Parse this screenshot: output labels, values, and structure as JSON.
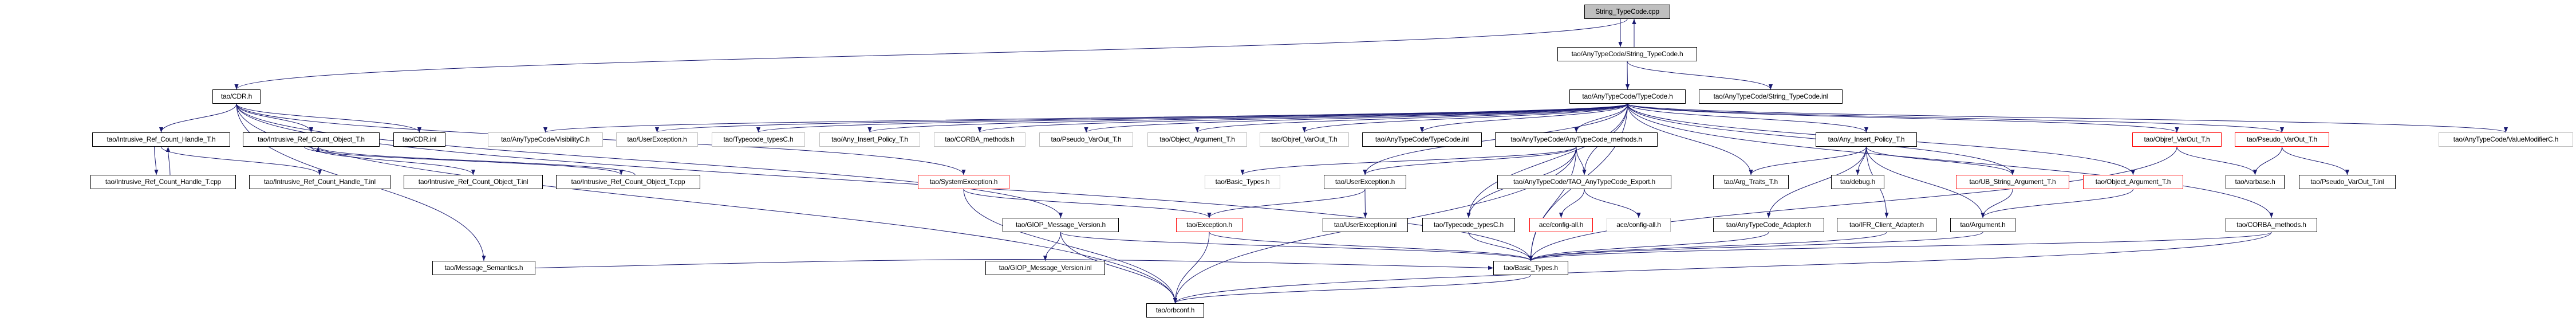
{
  "colors": {
    "edge": "#191970",
    "missing_border": "#bfbfbf",
    "truncated_border": "#ff0000",
    "root_fill": "#bfbfbf"
  },
  "nodes": {
    "root": {
      "label": "String_TypeCode.cpp",
      "style": "root"
    },
    "stc_h": {
      "label": "tao/AnyTypeCode/String_TypeCode.h",
      "style": "normal"
    },
    "tc_h": {
      "label": "tao/AnyTypeCode/TypeCode.h",
      "style": "normal"
    },
    "stc_inl": {
      "label": "tao/AnyTypeCode/String_TypeCode.inl",
      "style": "normal"
    },
    "cdr_h": {
      "label": "tao/CDR.h",
      "style": "normal"
    },
    "irch_h": {
      "label": "tao/Intrusive_Ref_Count_Handle_T.h",
      "style": "normal"
    },
    "irco_h": {
      "label": "tao/Intrusive_Ref_Count_Object_T.h",
      "style": "normal"
    },
    "cdr_inl": {
      "label": "tao/CDR.inl",
      "style": "normal"
    },
    "vis": {
      "label": "tao/AnyTypeCode/VisibilityC.h",
      "style": "gray"
    },
    "ue_g": {
      "label": "tao/UserException.h",
      "style": "gray"
    },
    "tct_g": {
      "label": "tao/Typecode_typesC.h",
      "style": "gray"
    },
    "aip_g": {
      "label": "tao/Any_Insert_Policy_T.h",
      "style": "gray"
    },
    "cm_g": {
      "label": "tao/CORBA_methods.h",
      "style": "gray"
    },
    "pvo_g": {
      "label": "tao/Pseudo_VarOut_T.h",
      "style": "gray"
    },
    "oa_g": {
      "label": "tao/Object_Argument_T.h",
      "style": "gray"
    },
    "ovo_g": {
      "label": "tao/Objref_VarOut_T.h",
      "style": "gray"
    },
    "tc_inl": {
      "label": "tao/AnyTypeCode/TypeCode.inl",
      "style": "normal"
    },
    "atm": {
      "label": "tao/AnyTypeCode/AnyTypeCode_methods.h",
      "style": "normal"
    },
    "aip": {
      "label": "tao/Any_Insert_Policy_T.h",
      "style": "normal"
    },
    "ovo_r": {
      "label": "tao/Objref_VarOut_T.h",
      "style": "red"
    },
    "pvo_r": {
      "label": "tao/Pseudo_VarOut_T.h",
      "style": "red"
    },
    "vm": {
      "label": "tao/AnyTypeCode/ValueModifierC.h",
      "style": "gray"
    },
    "irch_cpp": {
      "label": "tao/Intrusive_Ref_Count_Handle_T.cpp",
      "style": "normal"
    },
    "irch_inl": {
      "label": "tao/Intrusive_Ref_Count_Handle_T.inl",
      "style": "normal"
    },
    "irco_inl": {
      "label": "tao/Intrusive_Ref_Count_Object_T.inl",
      "style": "normal"
    },
    "irco_cpp": {
      "label": "tao/Intrusive_Ref_Count_Object_T.cpp",
      "style": "normal"
    },
    "se": {
      "label": "tao/SystemException.h",
      "style": "red"
    },
    "bt_g": {
      "label": "tao/Basic_Types.h",
      "style": "gray"
    },
    "ue": {
      "label": "tao/UserException.h",
      "style": "normal"
    },
    "exp": {
      "label": "tao/AnyTypeCode/TAO_AnyTypeCode_Export.h",
      "style": "normal"
    },
    "at": {
      "label": "tao/Arg_Traits_T.h",
      "style": "normal"
    },
    "dbg": {
      "label": "tao/debug.h",
      "style": "normal"
    },
    "ub": {
      "label": "tao/UB_String_Argument_T.h",
      "style": "red"
    },
    "oa_r": {
      "label": "tao/Object_Argument_T.h",
      "style": "red"
    },
    "vb": {
      "label": "tao/varbase.h",
      "style": "normal"
    },
    "pvo_inl": {
      "label": "tao/Pseudo_VarOut_T.inl",
      "style": "normal"
    },
    "giop": {
      "label": "tao/GIOP_Message_Version.h",
      "style": "normal"
    },
    "exc": {
      "label": "tao/Exception.h",
      "style": "red"
    },
    "ue_inl": {
      "label": "tao/UserException.inl",
      "style": "normal"
    },
    "tct": {
      "label": "tao/Typecode_typesC.h",
      "style": "normal"
    },
    "cfg_r": {
      "label": "ace/config-all.h",
      "style": "red"
    },
    "cfg_g": {
      "label": "ace/config-all.h",
      "style": "gray"
    },
    "ata": {
      "label": "tao/AnyTypeCode_Adapter.h",
      "style": "normal"
    },
    "ifr": {
      "label": "tao/IFR_Client_Adapter.h",
      "style": "normal"
    },
    "arg": {
      "label": "tao/Argument.h",
      "style": "normal"
    },
    "cm": {
      "label": "tao/CORBA_methods.h",
      "style": "normal"
    },
    "ms": {
      "label": "tao/Message_Semantics.h",
      "style": "normal"
    },
    "giop_inl": {
      "label": "tao/GIOP_Message_Version.inl",
      "style": "normal"
    },
    "bt": {
      "label": "tao/Basic_Types.h",
      "style": "normal"
    },
    "oc": {
      "label": "tao/orbconf.h",
      "style": "normal"
    }
  },
  "edges": [
    [
      "root",
      "stc_h"
    ],
    [
      "stc_h",
      "root"
    ],
    [
      "root",
      "cdr_h"
    ],
    [
      "stc_h",
      "tc_h"
    ],
    [
      "stc_h",
      "stc_inl"
    ],
    [
      "tc_h",
      "vis"
    ],
    [
      "tc_h",
      "ue_g"
    ],
    [
      "tc_h",
      "tct_g"
    ],
    [
      "tc_h",
      "aip_g"
    ],
    [
      "tc_h",
      "cm_g"
    ],
    [
      "tc_h",
      "pvo_g"
    ],
    [
      "tc_h",
      "oa_g"
    ],
    [
      "tc_h",
      "ovo_g"
    ],
    [
      "tc_h",
      "tc_inl"
    ],
    [
      "tc_h",
      "atm"
    ],
    [
      "tc_h",
      "aip"
    ],
    [
      "tc_h",
      "ovo_r"
    ],
    [
      "tc_h",
      "pvo_r"
    ],
    [
      "tc_h",
      "vm"
    ],
    [
      "tc_h",
      "exp"
    ],
    [
      "tc_h",
      "at"
    ],
    [
      "tc_h",
      "bt"
    ],
    [
      "tc_h",
      "tct"
    ],
    [
      "tc_h",
      "ue"
    ],
    [
      "tc_h",
      "oa_r"
    ],
    [
      "tc_h",
      "ub"
    ],
    [
      "tc_h",
      "cm"
    ],
    [
      "cdr_h",
      "irch_h"
    ],
    [
      "cdr_h",
      "irco_h"
    ],
    [
      "cdr_h",
      "cdr_inl"
    ],
    [
      "cdr_h",
      "se"
    ],
    [
      "cdr_h",
      "giop"
    ],
    [
      "cdr_h",
      "ms"
    ],
    [
      "cdr_h",
      "oc"
    ],
    [
      "cdr_h",
      "bt"
    ],
    [
      "irch_h",
      "irch_cpp"
    ],
    [
      "irch_cpp",
      "irch_h"
    ],
    [
      "irch_h",
      "irch_inl"
    ],
    [
      "irco_h",
      "irco_inl"
    ],
    [
      "irco_h",
      "irco_cpp"
    ],
    [
      "irco_cpp",
      "irco_h"
    ],
    [
      "se",
      "exc"
    ],
    [
      "se",
      "oc"
    ],
    [
      "giop",
      "giop_inl"
    ],
    [
      "giop",
      "oc"
    ],
    [
      "giop",
      "bt"
    ],
    [
      "ms",
      "bt"
    ],
    [
      "exc",
      "oc"
    ],
    [
      "exc",
      "bt"
    ],
    [
      "atm",
      "bt_g"
    ],
    [
      "atm",
      "ue"
    ],
    [
      "atm",
      "exp"
    ],
    [
      "atm",
      "tct"
    ],
    [
      "atm",
      "bt"
    ],
    [
      "atm",
      "oc"
    ],
    [
      "ue",
      "exc"
    ],
    [
      "ue",
      "ue_inl"
    ],
    [
      "exp",
      "cfg_r"
    ],
    [
      "exp",
      "cfg_g"
    ],
    [
      "tct",
      "bt"
    ],
    [
      "aip",
      "at"
    ],
    [
      "aip",
      "ata"
    ],
    [
      "aip",
      "dbg"
    ],
    [
      "aip",
      "ifr"
    ],
    [
      "aip",
      "arg"
    ],
    [
      "aip",
      "ub"
    ],
    [
      "ub",
      "arg"
    ],
    [
      "oa_r",
      "arg"
    ],
    [
      "ovo_r",
      "vb"
    ],
    [
      "ovo_r",
      "bt"
    ],
    [
      "pvo_r",
      "vb"
    ],
    [
      "pvo_r",
      "pvo_inl"
    ],
    [
      "ata",
      "bt"
    ],
    [
      "ifr",
      "bt"
    ],
    [
      "arg",
      "bt"
    ],
    [
      "cm",
      "bt"
    ],
    [
      "cm",
      "oc"
    ],
    [
      "bt",
      "oc"
    ]
  ]
}
